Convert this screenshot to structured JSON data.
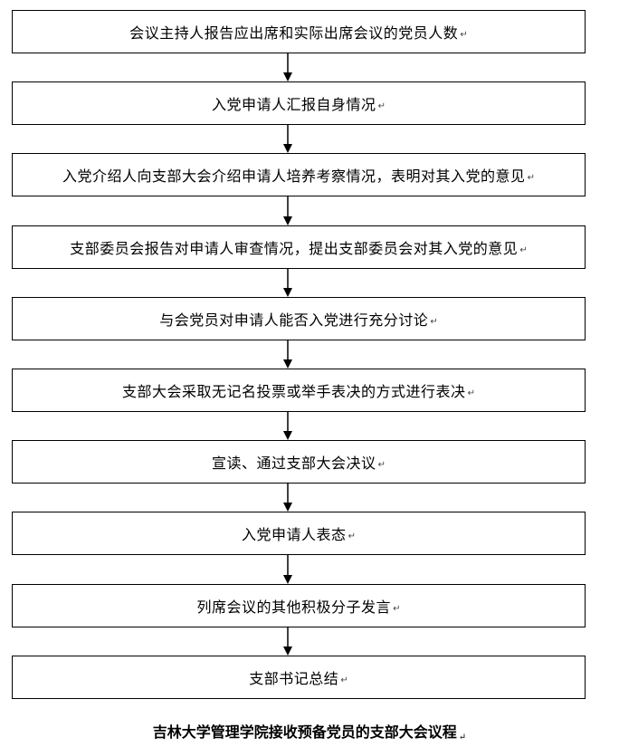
{
  "steps": [
    "会议主持人报告应出席和实际出席会议的党员人数",
    "入党申请人汇报自身情况",
    "入党介绍人向支部大会介绍申请人培养考察情况，表明对其入党的意见",
    "支部委员会报告对申请人审查情况，提出支部委员会对其入党的意见",
    "与会党员对申请人能否入党进行充分讨论",
    "支部大会采取无记名投票或举手表决的方式进行表决",
    "宣读、通过支部大会决议",
    "入党申请人表态",
    "列席会议的其他积极分子发言",
    "支部书记总结"
  ],
  "paragraph_mark": "↵",
  "caption": "吉林大学管理学院接收预备党员的支部大会议程"
}
